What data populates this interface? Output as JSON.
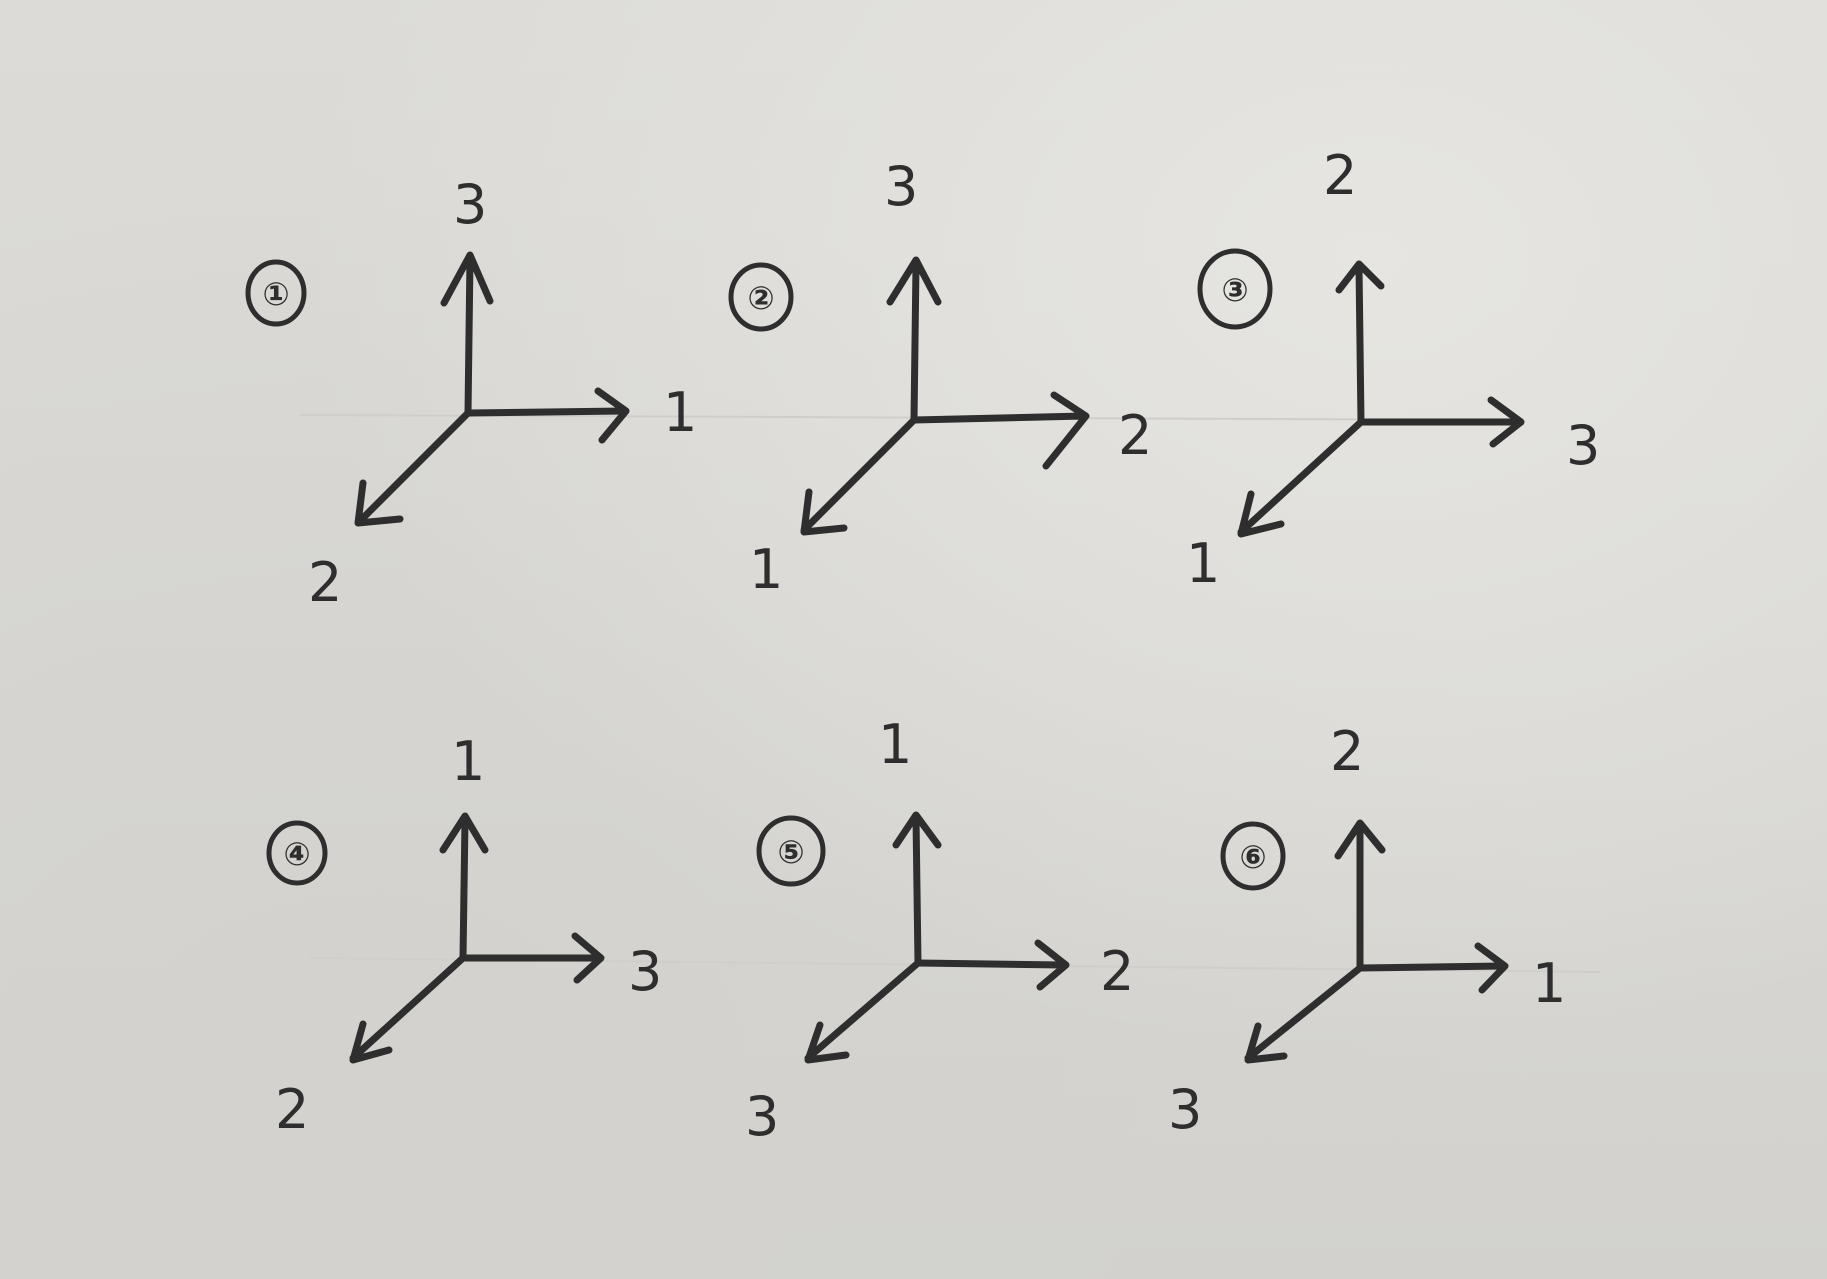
{
  "figures": [
    {
      "id": "1",
      "number": "①",
      "up": "3",
      "right": "1",
      "diag": "2"
    },
    {
      "id": "2",
      "number": "②",
      "up": "3",
      "right": "2",
      "diag": "1"
    },
    {
      "id": "3",
      "number": "③",
      "up": "2",
      "right": "3",
      "diag": "1"
    },
    {
      "id": "4",
      "number": "④",
      "up": "1",
      "right": "3",
      "diag": "2"
    },
    {
      "id": "5",
      "number": "⑤",
      "up": "1",
      "right": "2",
      "diag": "3"
    },
    {
      "id": "6",
      "number": "⑥",
      "up": "2",
      "right": "1",
      "diag": "3"
    }
  ],
  "colors": {
    "ink": "#2e2e2e",
    "paper": "#dcdbd7"
  }
}
